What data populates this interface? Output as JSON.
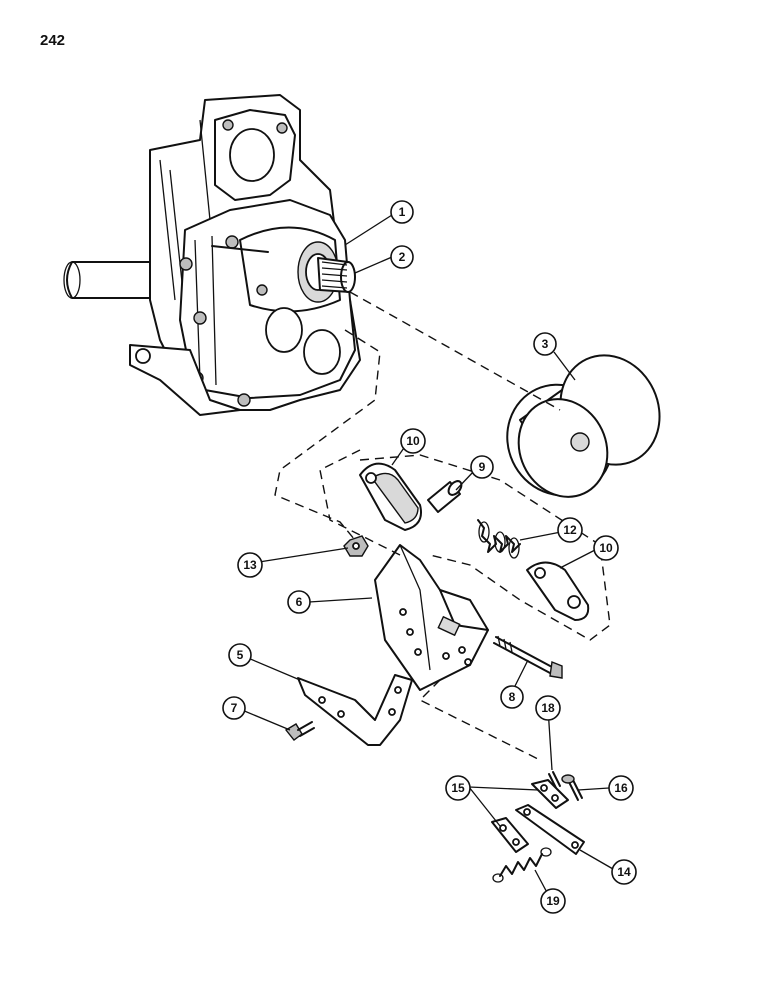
{
  "page": {
    "number": "242"
  },
  "callouts": [
    {
      "id": "c1",
      "label": "1"
    },
    {
      "id": "c2",
      "label": "2"
    },
    {
      "id": "c3",
      "label": "3"
    },
    {
      "id": "c10a",
      "label": "10"
    },
    {
      "id": "c9",
      "label": "9"
    },
    {
      "id": "c12",
      "label": "12"
    },
    {
      "id": "c10b",
      "label": "10"
    },
    {
      "id": "c13",
      "label": "13"
    },
    {
      "id": "c6",
      "label": "6"
    },
    {
      "id": "c5",
      "label": "5"
    },
    {
      "id": "c7",
      "label": "7"
    },
    {
      "id": "c8",
      "label": "8"
    },
    {
      "id": "c18",
      "label": "18"
    },
    {
      "id": "c16",
      "label": "16"
    },
    {
      "id": "c15",
      "label": "15"
    },
    {
      "id": "c14",
      "label": "14"
    },
    {
      "id": "c19",
      "label": "19"
    }
  ]
}
